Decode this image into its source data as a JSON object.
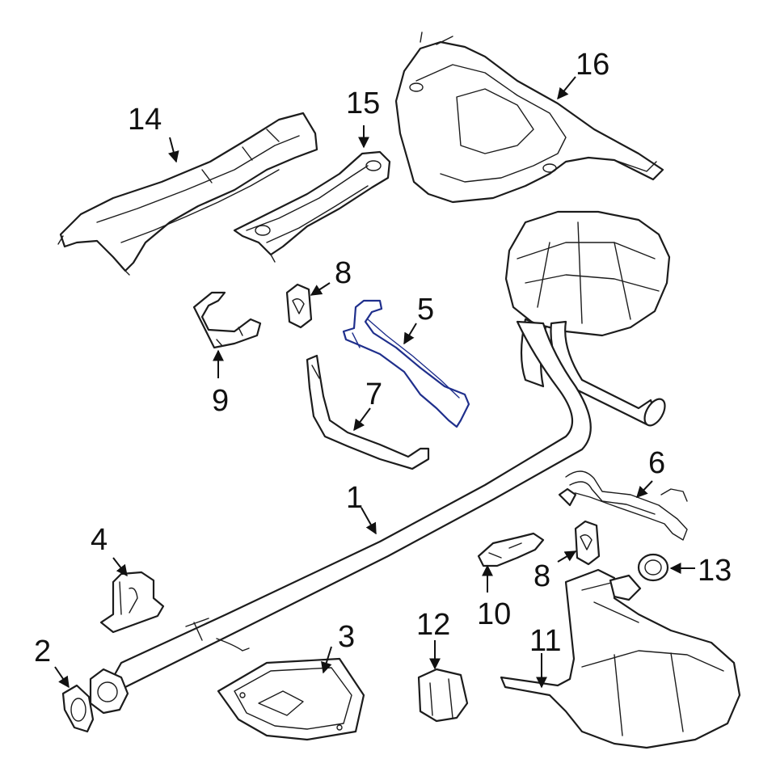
{
  "highlight_color": "#1f2f8c",
  "line_color": "#1c1c1c",
  "callouts": [
    {
      "id": "1",
      "label": "1"
    },
    {
      "id": "2",
      "label": "2"
    },
    {
      "id": "3",
      "label": "3"
    },
    {
      "id": "4",
      "label": "4"
    },
    {
      "id": "5",
      "label": "5"
    },
    {
      "id": "6",
      "label": "6"
    },
    {
      "id": "7",
      "label": "7"
    },
    {
      "id": "8a",
      "label": "8"
    },
    {
      "id": "8b",
      "label": "8"
    },
    {
      "id": "9",
      "label": "9"
    },
    {
      "id": "10",
      "label": "10"
    },
    {
      "id": "11",
      "label": "11"
    },
    {
      "id": "12",
      "label": "12"
    },
    {
      "id": "13",
      "label": "13"
    },
    {
      "id": "14",
      "label": "14"
    },
    {
      "id": "15",
      "label": "15"
    },
    {
      "id": "16",
      "label": "16"
    }
  ],
  "highlighted_part": "5"
}
